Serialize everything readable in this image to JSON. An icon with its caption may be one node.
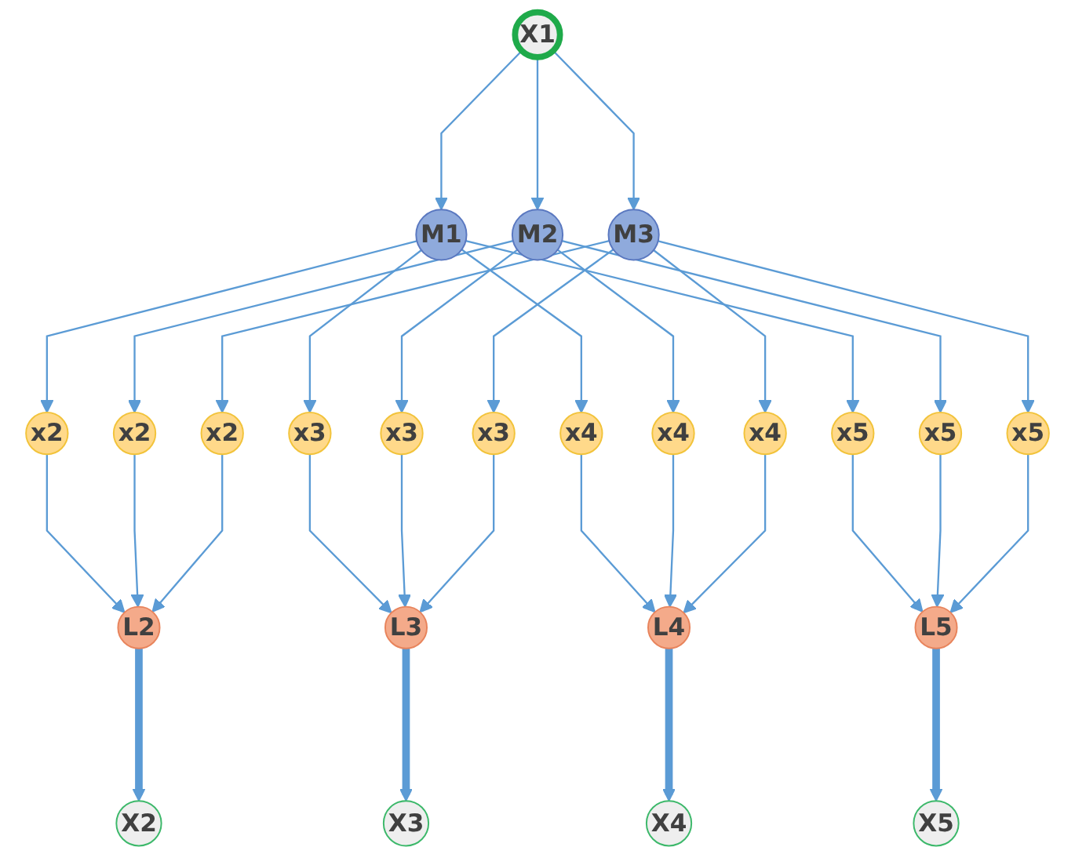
{
  "diagram": {
    "nodes": [
      {
        "text": [
          "X1"
        ]
      },
      {
        "text": [
          "M1"
        ]
      },
      {
        "text": [
          "M2"
        ]
      },
      {
        "text": [
          "M3"
        ]
      },
      {
        "text": [
          "x2"
        ]
      },
      {
        "text": [
          "x3"
        ]
      },
      {
        "text": [
          "x4"
        ]
      },
      {
        "text": [
          "x5"
        ]
      },
      {
        "text": [
          "x2"
        ]
      },
      {
        "text": [
          "x3"
        ]
      },
      {
        "text": [
          "x4"
        ]
      },
      {
        "text": [
          "x5"
        ]
      },
      {
        "text": [
          "x2"
        ]
      },
      {
        "text": [
          "x3"
        ]
      },
      {
        "text": [
          "x4"
        ]
      },
      {
        "text": [
          "x5"
        ]
      },
      {
        "text": [
          "L2"
        ]
      },
      {
        "text": [
          "L3"
        ]
      },
      {
        "text": [
          "L4"
        ]
      },
      {
        "text": [
          "L5"
        ]
      },
      {
        "text": [
          "X2"
        ]
      },
      {
        "text": [
          "X3"
        ]
      },
      {
        "text": [
          "X4"
        ]
      },
      {
        "text": [
          "X5"
        ]
      }
    ],
    "edges": [
      {
        "from": 0,
        "to": 1,
        "arrow": "to"
      },
      {
        "from": 0,
        "to": 2,
        "arrow": "to"
      },
      {
        "from": 0,
        "to": 3,
        "arrow": "to"
      },
      {
        "from": 1,
        "to": 4,
        "arrow": "to"
      },
      {
        "from": 1,
        "to": 5,
        "arrow": "to"
      },
      {
        "from": 1,
        "to": 6,
        "arrow": "to"
      },
      {
        "from": 1,
        "to": 7,
        "arrow": "to"
      },
      {
        "from": 2,
        "to": 8,
        "arrow": "to"
      },
      {
        "from": 2,
        "to": 9,
        "arrow": "to"
      },
      {
        "from": 2,
        "to": 10,
        "arrow": "to"
      },
      {
        "from": 2,
        "to": 11,
        "arrow": "to"
      },
      {
        "from": 3,
        "to": 12,
        "arrow": "to"
      },
      {
        "from": 3,
        "to": 13,
        "arrow": "to"
      },
      {
        "from": 3,
        "to": 14,
        "arrow": "to"
      },
      {
        "from": 3,
        "to": 15,
        "arrow": "to"
      },
      {
        "from": 4,
        "to": 16,
        "arrow": "to"
      },
      {
        "from": 5,
        "to": 17,
        "arrow": "to"
      },
      {
        "from": 6,
        "to": 18,
        "arrow": "to"
      },
      {
        "from": 7,
        "to": 19,
        "arrow": "to"
      },
      {
        "from": 8,
        "to": 16,
        "arrow": "to"
      },
      {
        "from": 9,
        "to": 17,
        "arrow": "to"
      },
      {
        "from": 10,
        "to": 18,
        "arrow": "to"
      },
      {
        "from": 11,
        "to": 19,
        "arrow": "to"
      },
      {
        "from": 12,
        "to": 16,
        "arrow": "to"
      },
      {
        "from": 13,
        "to": 17,
        "arrow": "to"
      },
      {
        "from": 14,
        "to": 18,
        "arrow": "to"
      },
      {
        "from": 15,
        "to": 19,
        "arrow": "to"
      },
      {
        "from": 16,
        "to": 20,
        "arrow": "to",
        "style": "thick"
      },
      {
        "from": 17,
        "to": 21,
        "arrow": "to",
        "style": "thick"
      },
      {
        "from": 18,
        "to": 22,
        "arrow": "to",
        "style": "thick"
      },
      {
        "from": 19,
        "to": 23,
        "arrow": "to",
        "style": "thick"
      }
    ]
  }
}
